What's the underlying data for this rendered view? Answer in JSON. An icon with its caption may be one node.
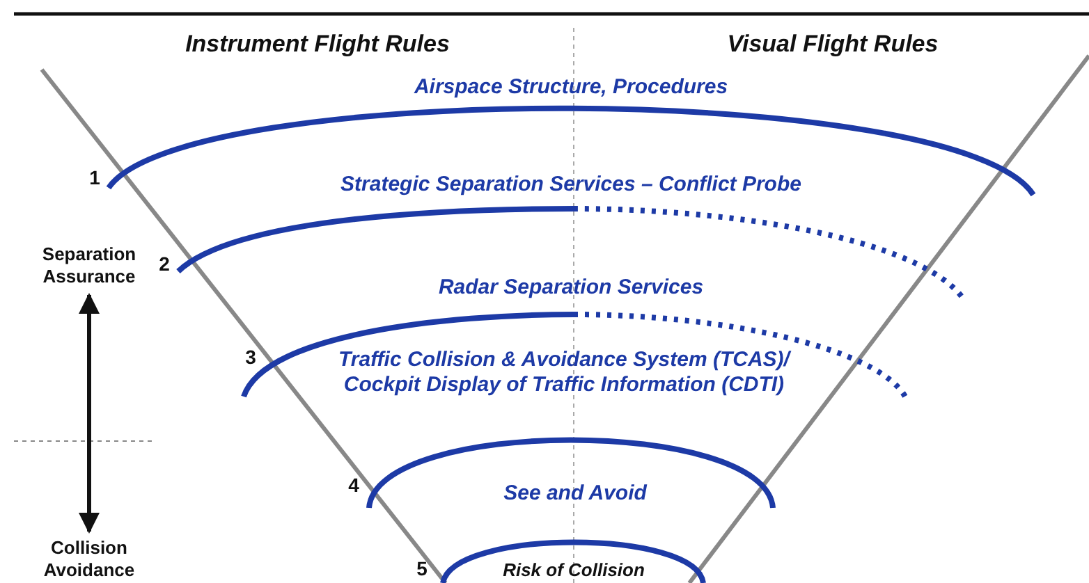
{
  "diagram": {
    "nodes": [
      {
        "text": [
          "Separation Assurance"
        ]
      },
      {
        "text": [
          "Collision Avoidance"
        ]
      }
    ],
    "edges": [
      {
        "from": 0,
        "to": 1,
        "arrow": "both"
      }
    ],
    "labels": [
      "Instrument Flight Rules",
      "Visual Flight Rules",
      "Airspace Structure, Procedures",
      "1",
      "Strategic Separation Services – Conflict Probe",
      "2",
      "Radar Separation Services",
      "3",
      "Traffic Collision & Avoidance System (TCAS)/ Cockpit Display of Traffic Information (CDTI)",
      "4",
      "See and Avoid",
      "5",
      "Risk of Collision"
    ]
  }
}
